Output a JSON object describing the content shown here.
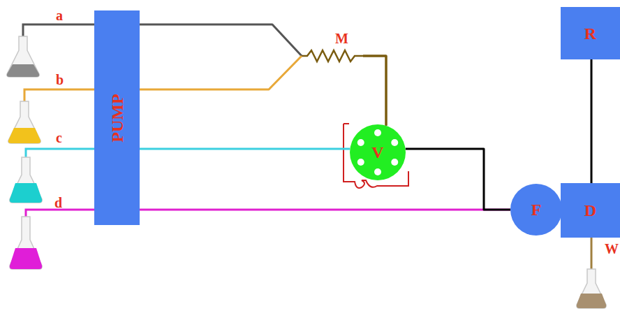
{
  "diagram": {
    "nodes": [
      {
        "text": [
          "PUMP"
        ]
      },
      {
        "text": [
          "V"
        ]
      },
      {
        "text": [
          "F"
        ]
      },
      {
        "text": [
          "D"
        ]
      },
      {
        "text": [
          "R"
        ]
      }
    ],
    "edges": [
      {
        "from": 0,
        "to": 1,
        "arrow": "none"
      },
      {
        "from": 0,
        "to": 1,
        "arrow": "none"
      },
      {
        "from": 0,
        "to": 1,
        "arrow": "none"
      },
      {
        "from": 0,
        "to": 2,
        "arrow": "none"
      },
      {
        "from": 1,
        "to": 2,
        "arrow": "none"
      },
      {
        "from": 4,
        "to": 3,
        "arrow": "none"
      }
    ],
    "labels": [
      "a",
      "b",
      "c",
      "d",
      "M",
      "W"
    ]
  }
}
